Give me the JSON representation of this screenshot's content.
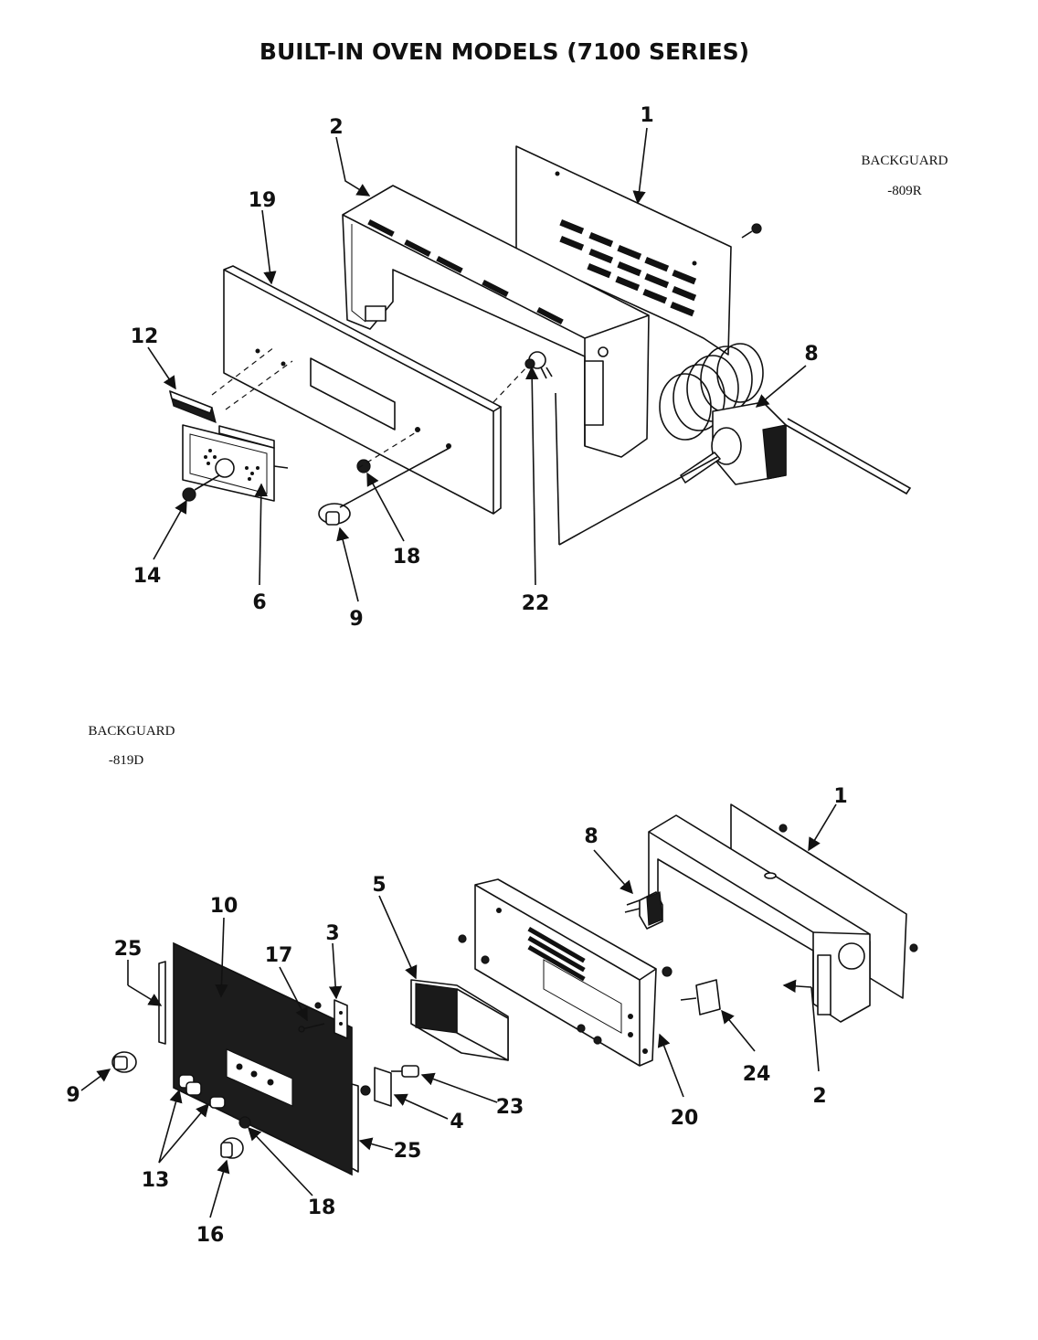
{
  "title": "BUILT-IN OVEN MODELS (7100 SERIES)",
  "diagrams": [
    {
      "caption": [
        "BACKGUARD",
        "-809R"
      ],
      "callouts": [
        "1",
        "2",
        "19",
        "12",
        "8",
        "14",
        "6",
        "9",
        "18",
        "22"
      ]
    },
    {
      "caption": [
        "BACKGUARD",
        "-819D"
      ],
      "callouts": [
        "1",
        "8",
        "5",
        "10",
        "25",
        "17",
        "3",
        "9",
        "13",
        "16",
        "18",
        "25",
        "4",
        "23",
        "20",
        "24",
        "2"
      ]
    }
  ],
  "colors": {
    "ink": "#111111",
    "paper": "#ffffff"
  }
}
